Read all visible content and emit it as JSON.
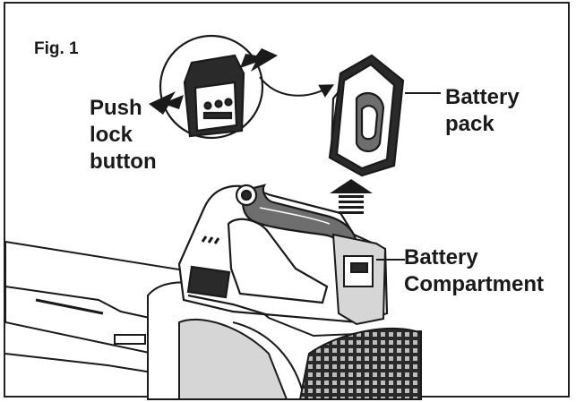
{
  "figure": {
    "fig_label": "Fig. 1",
    "callouts": {
      "push_lock": [
        "Push",
        "lock",
        "button"
      ],
      "battery_pack": [
        "Battery",
        "pack"
      ],
      "battery_compartment": [
        "Battery",
        "Compartment"
      ]
    }
  },
  "colors": {
    "line": "#1a1a1a",
    "fill_dark": "#2a2a2a",
    "fill_mid": "#6e6e6e",
    "fill_light": "#d6d6d6",
    "background": "#ffffff"
  }
}
